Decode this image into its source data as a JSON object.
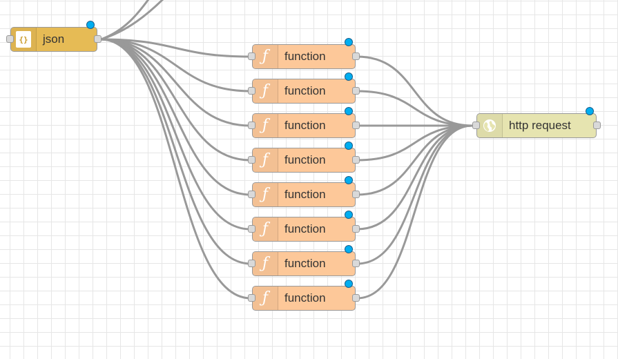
{
  "colors": {
    "json_node": "#e6bb55",
    "function_node": "#fdc899",
    "http_node": "#e6e4b0",
    "wire": "#999999",
    "status_dot": "#00aef0"
  },
  "icons": {
    "json": "json-braces-icon",
    "function": "function-f-icon",
    "http": "globe-icon"
  },
  "json_node": {
    "label": "json",
    "icon_glyph": "{}"
  },
  "function_nodes": [
    {
      "label": "function"
    },
    {
      "label": "function"
    },
    {
      "label": "function"
    },
    {
      "label": "function"
    },
    {
      "label": "function"
    },
    {
      "label": "function"
    },
    {
      "label": "function"
    },
    {
      "label": "function"
    }
  ],
  "function_icon_glyph": "ƒ",
  "http_node": {
    "label": "http request"
  }
}
